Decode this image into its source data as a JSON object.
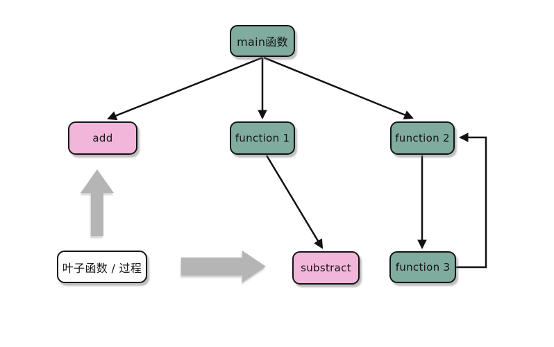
{
  "diagram": {
    "nodes": {
      "main": {
        "label": "main函数",
        "color": "#80ac9f"
      },
      "add": {
        "label": "add",
        "color": "#f2b6da"
      },
      "function1": {
        "label": "function 1",
        "color": "#80ac9f"
      },
      "function2": {
        "label": "function 2",
        "color": "#80ac9f"
      },
      "substract": {
        "label": "substract",
        "color": "#f2b6da"
      },
      "function3": {
        "label": "function 3",
        "color": "#80ac9f"
      },
      "leaf_caption": {
        "label": "叶子函数 / 过程",
        "color": "#ffffff"
      }
    },
    "edges": [
      {
        "from": "main函数",
        "to": "add"
      },
      {
        "from": "main函数",
        "to": "function 1"
      },
      {
        "from": "main函数",
        "to": "function 2"
      },
      {
        "from": "function 1",
        "to": "substract"
      },
      {
        "from": "function 2",
        "to": "function 3"
      },
      {
        "from": "function 3",
        "to": "function 2"
      }
    ],
    "annotations": [
      {
        "label": "叶子函数 / 过程",
        "points_to": [
          "add",
          "substract"
        ],
        "style": "thick-gray-block-arrow"
      }
    ],
    "colors": {
      "node_teal": "#80ac9f",
      "node_pink": "#f2b6da",
      "node_white": "#ffffff",
      "edge_black": "#111111",
      "block_arrow_gray": "#b5b5b5",
      "background": "#ffffff"
    }
  }
}
